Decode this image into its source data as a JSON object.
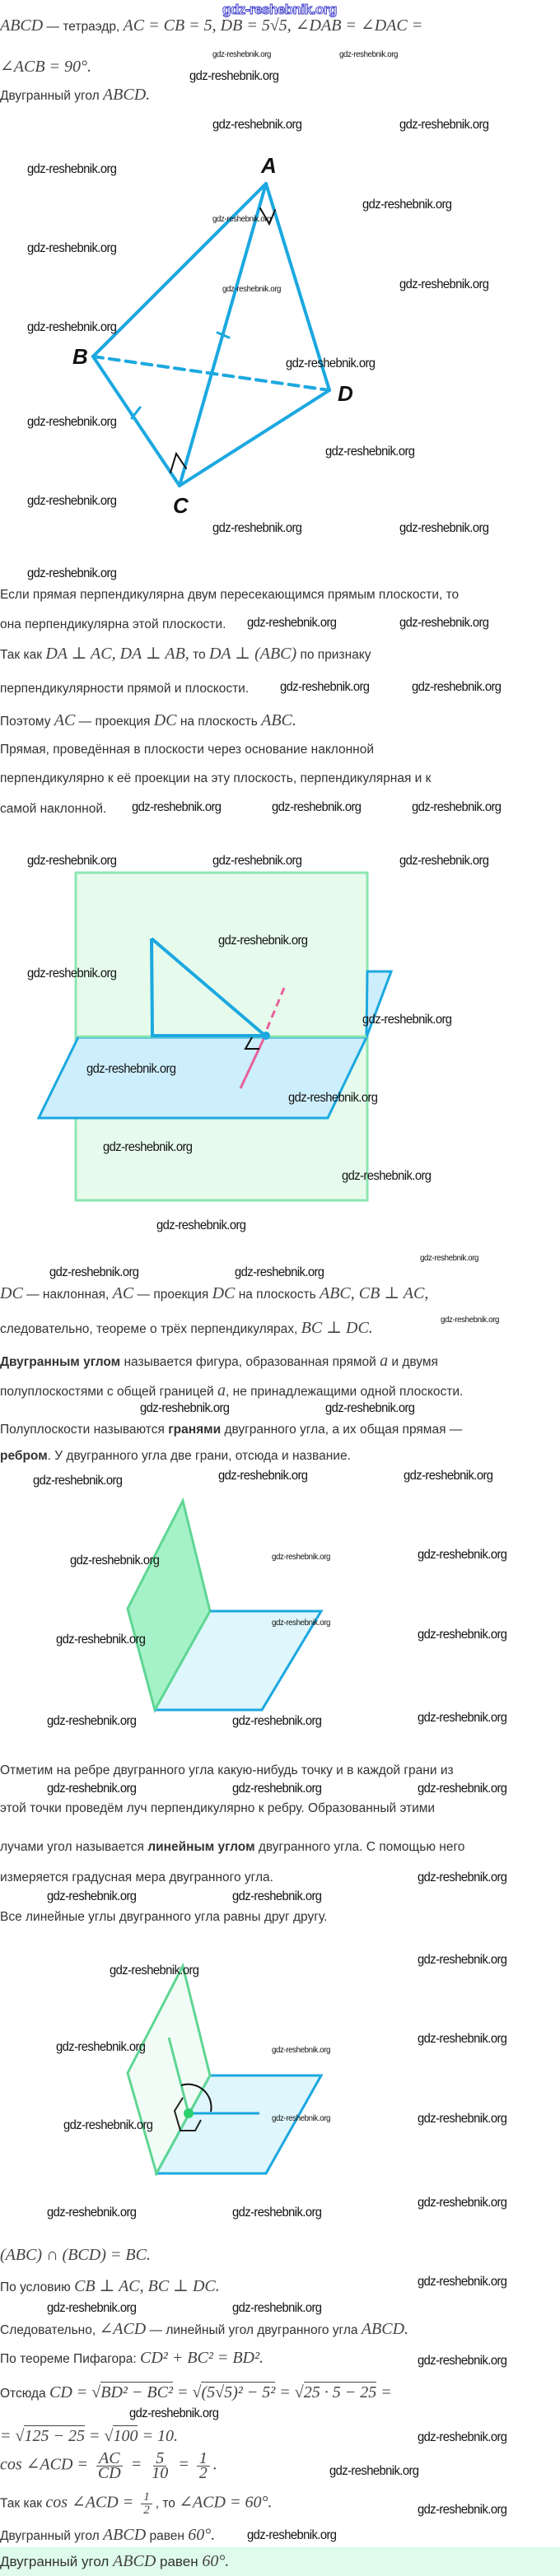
{
  "watermark": "gdz-reshebnik.org",
  "colors": {
    "line_blue": "#1ca8e0",
    "plane_green": "#6ddf9c",
    "plane_blue_fill": "#cdeefc",
    "pink": "#e8609b",
    "answer_bg": "#defbec"
  },
  "figure1": {
    "labels": {
      "A": "A",
      "B": "B",
      "C": "C",
      "D": "D"
    }
  },
  "lines": {
    "l1": [
      "ABCD",
      " — тетраэдр, ",
      "AC = CB = 5, DB = 5√5, ∠DAB = ∠DAC ="
    ],
    "l2": [
      "∠ACB = 90°."
    ],
    "l3": [
      "Двугранный угол ",
      "ABCD."
    ],
    "p1": "Если прямая перпендикулярна двум пересекающимся прямым плоскости, то",
    "p2": "она перпендикулярна этой плоскости.",
    "p3": [
      "Так как ",
      "DA ⊥ AC, DA ⊥ AB,",
      " то ",
      "DA ⊥ (ABC)",
      " по признаку"
    ],
    "p4": "перпендикулярности прямой и плоскости.",
    "p5": [
      "Поэтому ",
      "AC",
      " — проекция ",
      "DC",
      " на плоскость ",
      "ABC."
    ],
    "p6": "Прямая, проведённая в плоскости через основание наклонной",
    "p7": "перпендикулярно к её проекции на эту плоскость, перпендикулярная и к",
    "p8": "самой наклонной.",
    "q1": [
      "DC",
      " — наклонная, ",
      "AC",
      " — проекция ",
      "DC",
      " на плоскость ",
      "ABC, CB ⊥ AC,"
    ],
    "q2": [
      "следовательно, теореме о трёх перпендикулярах, ",
      "BC ⊥ DC."
    ],
    "q3": [
      "Двугранным углом",
      " называется фигура, образованная прямой ",
      "a",
      " и двумя"
    ],
    "q4": [
      "полуплоскостями с общей границей ",
      "a",
      ", не принадлежащими одной плоскости."
    ],
    "q5": [
      "Полуплоскости называются ",
      "гранями",
      " двугранного угла, а их общая прямая —"
    ],
    "q6": [
      "ребром",
      ". У двугранного угла две грани, отсюда и название."
    ],
    "r1": "Отметим на ребре двугранного угла какую-нибудь точку и в каждой грани из",
    "r2": "этой точки проведём луч перпендикулярно к ребру. Образованный этими",
    "r3": [
      "лучами угол называется ",
      "линейным углом",
      " двугранного угла. С помощью него"
    ],
    "r4": "измеряется градусная мера двугранного угла.",
    "r5": "Все линейные углы двугранного угла равны друг другу.",
    "s1": [
      "(ABC) ∩ (BCD) = BC."
    ],
    "s2": [
      "По условию ",
      "CB ⊥ AC, BC ⊥ DC."
    ],
    "s3": [
      "Следовательно, ",
      "∠ACD",
      " — линейный угол двугранного угла ",
      "ABCD."
    ],
    "s4": [
      "По теореме Пифагора: ",
      "CD² + BC² = BD²."
    ],
    "s5": [
      "Отсюда ",
      "CD = ",
      "√",
      "BD² − BC²",
      " = ",
      "√",
      "(5√5)² − 5²",
      " = ",
      "√",
      "25 · 5 − 25",
      " ="
    ],
    "s6": [
      "= ",
      "√",
      "125 − 25",
      " = ",
      "√",
      "100",
      " = 10."
    ],
    "s7": [
      "cos ∠ACD = ",
      "AC",
      "CD",
      " = ",
      "5",
      "10",
      " = ",
      "1",
      "2",
      "."
    ],
    "s8": [
      "Так как ",
      "cos ∠ACD = ",
      "1",
      "2",
      ", то ",
      "∠ACD = 60°."
    ],
    "s9": [
      "Двугранный угол ",
      "ABCD",
      " равен ",
      "60°."
    ]
  },
  "answer": [
    "Двугранный угол ",
    "ABCD",
    " равен ",
    "60°."
  ]
}
